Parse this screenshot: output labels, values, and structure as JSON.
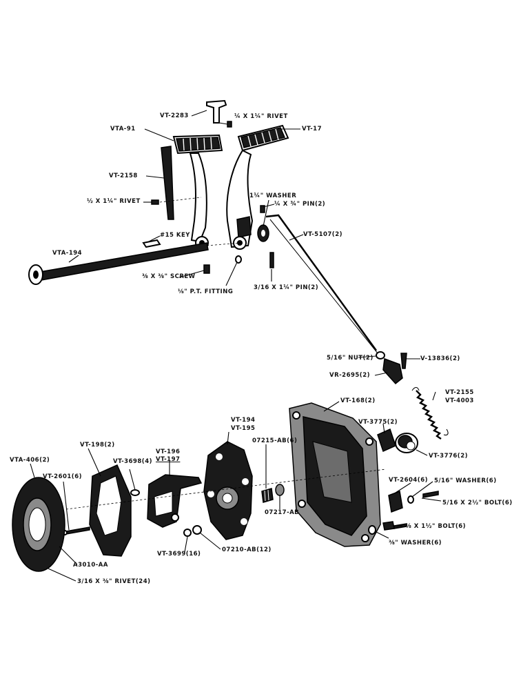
{
  "callouts": {
    "vt_2283": "VT-2283",
    "rivet_small": "¼ X 1¼\" RIVET",
    "vta_91": "VTA-91",
    "vt_17": "VT-17",
    "vt_2158": "VT-2158",
    "washer_1_4": "1¼\" WASHER",
    "rivet_left": "½ X 1¼\" RIVET",
    "pin_2": "¼ X ¾\" PIN(2)",
    "key_15": "#15 KEY",
    "vt_5107": "VT-5107(2)",
    "vta_194": "VTA-194",
    "screw": "⅜ X ⅜\" SCREW",
    "pt_fitting": "⅛\" P.T. FITTING",
    "pin_3_16": "3/16 X 1¼\" PIN(2)",
    "nut": "5/16\" NUT(2)",
    "v_13836": "V-13836(2)",
    "vr_2695": "VR-2695(2)",
    "vt_2155": "VT-2155",
    "vt_4003": "VT-4003",
    "vt_168": "VT-168(2)",
    "vt_3775": "VT-3775(2)",
    "vt_194": "VT-194",
    "vt_195": "VT-195",
    "vt_3776": "VT-3776(2)",
    "vt_198": "VT-198(2)",
    "vt_196": "VT-196",
    "vt_197": "VT-197",
    "vt_3698": "VT-3698(4)",
    "o7215": "07215-AB(6)",
    "vta_406": "VTA-406(2)",
    "vt_2601": "VT-2601(6)",
    "vt_2604": "VT-2604(6)",
    "washer_6": "5/16\" WASHER(6)",
    "bolt_6a": "5/16 X 2½\" BOLT(6)",
    "o7217": "07217-AB",
    "bolt_6b": "⅜ X 1½\" BOLT(6)",
    "washer_8": "⅜\" WASHER(6)",
    "vt_3699": "VT-3699(16)",
    "o7210": "07210-AB(12)",
    "a3010": "A3010-AA",
    "rivet_24": "3/16 X ⅜\" RIVET(24)"
  }
}
